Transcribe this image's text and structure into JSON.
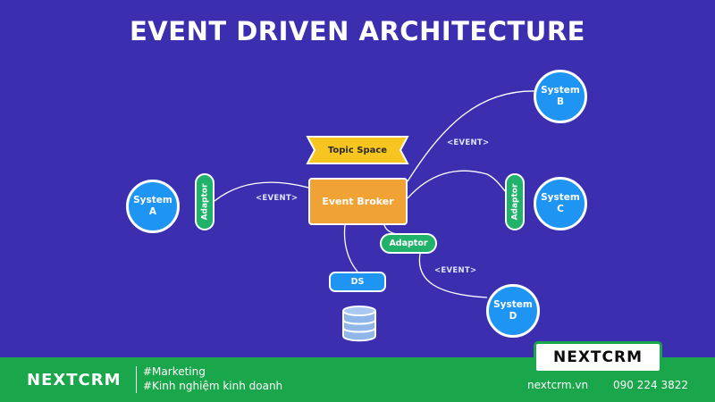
{
  "title": "EVENT DRIVEN ARCHITECTURE",
  "diagram": {
    "systems": {
      "a": {
        "line1": "System",
        "line2": "A"
      },
      "b": {
        "line1": "System",
        "line2": "B"
      },
      "c": {
        "line1": "System",
        "line2": "C"
      },
      "d": {
        "line1": "System",
        "line2": "D"
      }
    },
    "adaptors": {
      "left": "Adaptor",
      "right": "Adaptor",
      "bottom": "Adaptor"
    },
    "topic_space": "Topic Space",
    "event_broker": "Event Broker",
    "ds": "DS",
    "event_labels": {
      "left": "<EVENT>",
      "top": "<EVENT>",
      "bottom": "<EVENT>"
    }
  },
  "colors": {
    "background": "#3b2fb0",
    "system_blue": "#1e95f2",
    "adaptor_green": "#20b26b",
    "broker_orange": "#f0a235",
    "topic_yellow": "#f7c51f",
    "footer_green": "#1aa64a"
  },
  "footer": {
    "logo": "NEXTCRM",
    "tags": [
      "#Marketing",
      "#Kinh nghiệm kinh doanh"
    ],
    "brand_box": "NEXTCRM",
    "website": "nextcrm.vn",
    "phone": "090 224 3822",
    "website_icon": "globe-icon",
    "phone_icon": "phone-icon"
  }
}
